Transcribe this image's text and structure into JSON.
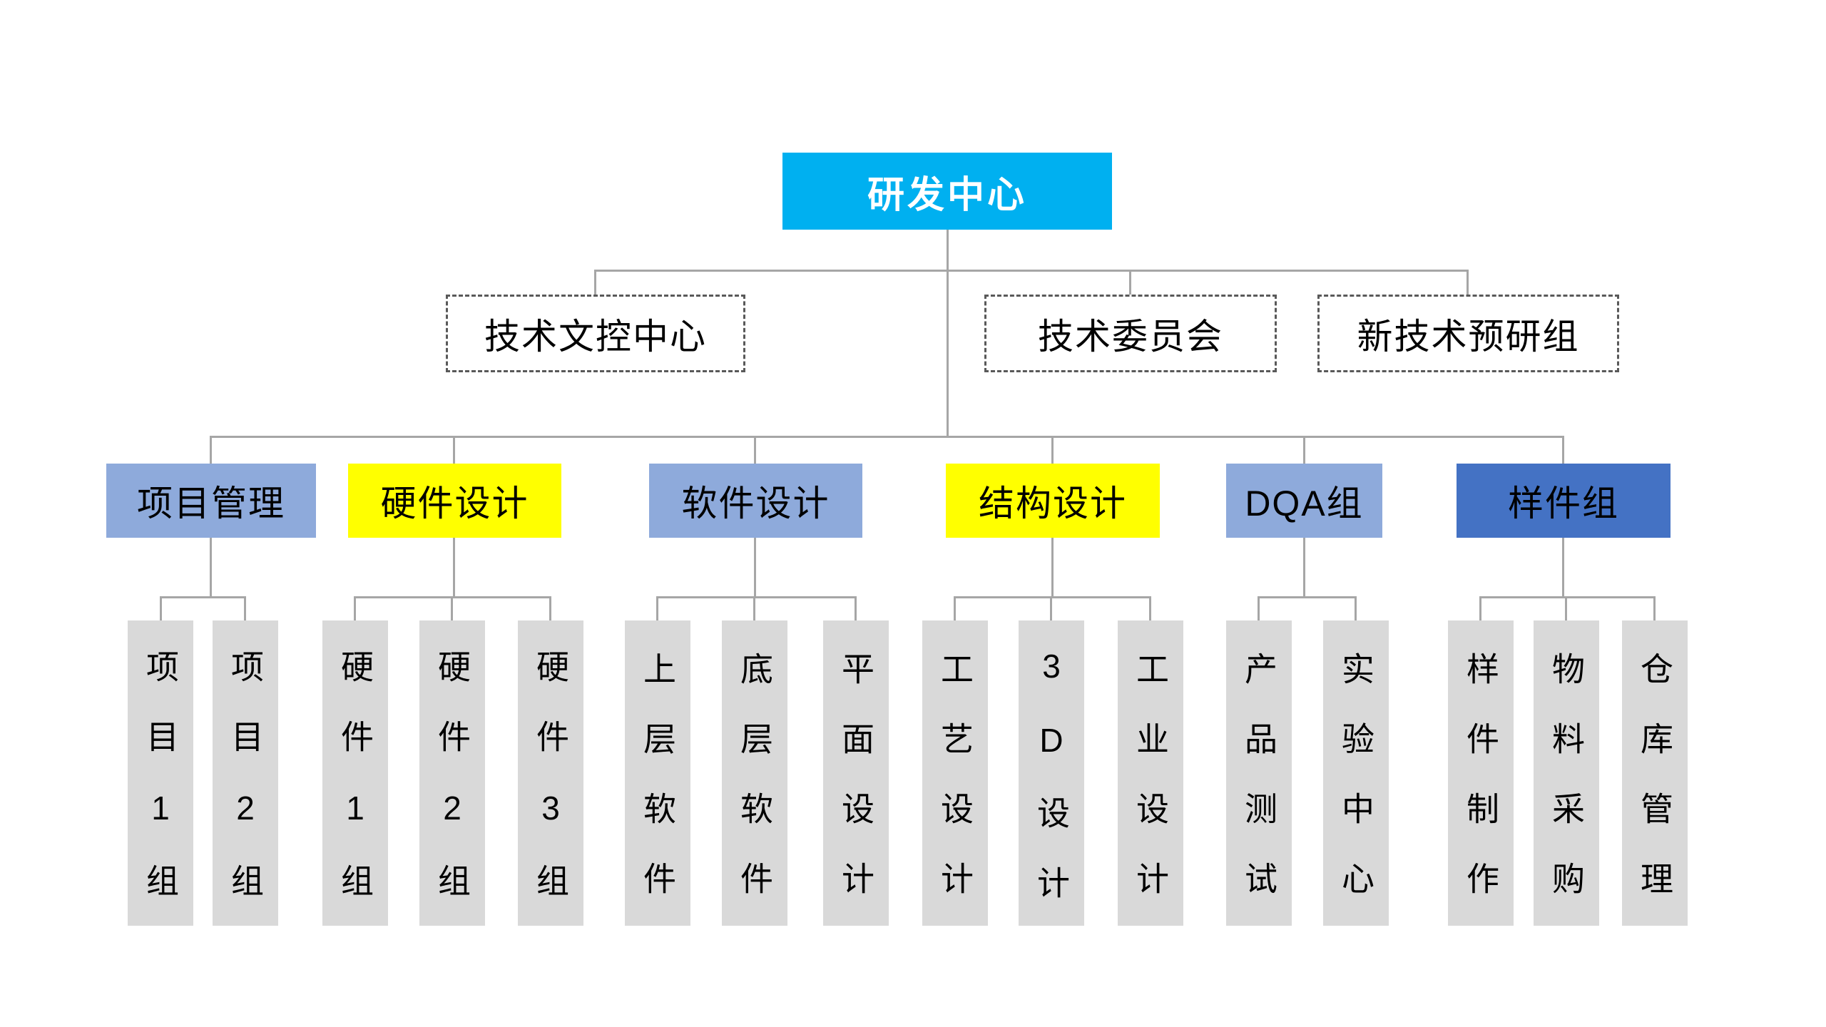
{
  "root": {
    "label": "研发中心"
  },
  "staff_units": [
    {
      "label": "技术文控中心"
    },
    {
      "label": "技术委员会"
    },
    {
      "label": "新技术预研组"
    }
  ],
  "departments": [
    {
      "label": "项目管理",
      "children": [
        {
          "label": "项目1组"
        },
        {
          "label": "项目2组"
        }
      ]
    },
    {
      "label": "硬件设计",
      "children": [
        {
          "label": "硬件1组"
        },
        {
          "label": "硬件2组"
        },
        {
          "label": "硬件3组"
        }
      ]
    },
    {
      "label": "软件设计",
      "children": [
        {
          "label": "上层软件"
        },
        {
          "label": "底层软件"
        },
        {
          "label": "平面设计"
        }
      ]
    },
    {
      "label": "结构设计",
      "children": [
        {
          "label": "工艺设计"
        },
        {
          "label": "3D设计"
        },
        {
          "label": "工业设计"
        }
      ]
    },
    {
      "label": "DQA组",
      "children": [
        {
          "label": "产品测试"
        },
        {
          "label": "实验中心"
        }
      ]
    },
    {
      "label": "样件组",
      "children": [
        {
          "label": "样件制作"
        },
        {
          "label": "物料采购"
        },
        {
          "label": "仓库管理"
        }
      ]
    }
  ],
  "colors": {
    "root_fill": "#00B0F0",
    "root_text": "#FFFFFF",
    "dept_light_blue": "#8EAADB",
    "dept_yellow": "#FFFF00",
    "dept_dark_blue": "#4472C4",
    "leaf_gray": "#D9D9D9",
    "connector_gray": "#A6A6A6",
    "dashed_border": "#595959"
  }
}
